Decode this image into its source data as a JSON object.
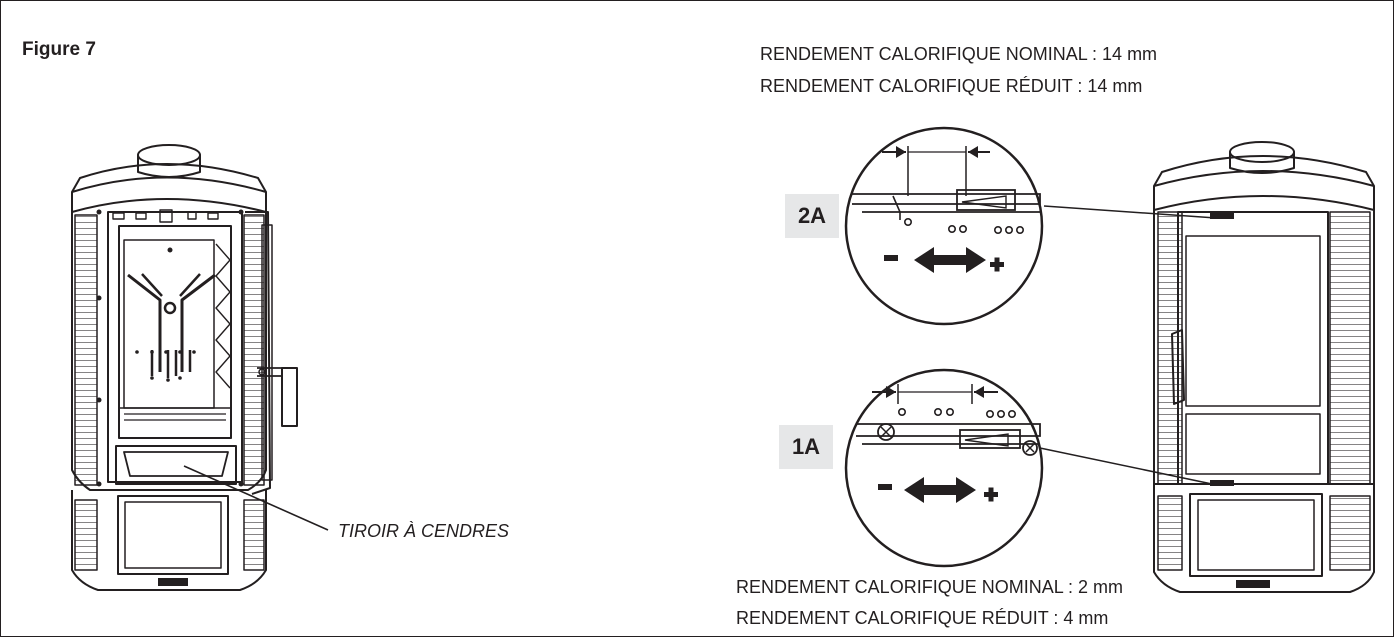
{
  "figure_title": "Figure 7",
  "top_specs": {
    "nominal": "RENDEMENT CALORIFIQUE NOMINAL :  14 mm",
    "reduced": "RENDEMENT CALORIFIQUE RÉDUIT : 14 mm"
  },
  "bottom_specs": {
    "nominal": "RENDEMENT CALORIFIQUE NOMINAL : 2 mm",
    "reduced": "RENDEMENT CALORIFIQUE RÉDUIT : 4 mm"
  },
  "ash_drawer_label": "TIROIR À CENDRES",
  "callout_2a": {
    "badge": "2A",
    "minus": "-",
    "plus": "+"
  },
  "callout_1a": {
    "badge": "1A",
    "minus": "-",
    "plus": "+"
  },
  "colors": {
    "ink": "#231f20",
    "badge_bg": "#e6e7e8"
  }
}
